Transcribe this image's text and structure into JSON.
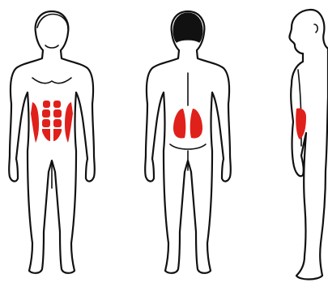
{
  "diagram": {
    "views": [
      {
        "id": "front",
        "highlighted_muscles": "abdominals"
      },
      {
        "id": "back",
        "highlighted_muscles": "lower-back"
      },
      {
        "id": "side",
        "highlighted_muscles": "obliques"
      }
    ],
    "colors": {
      "highlight": "#e0201b",
      "outline": "#111111",
      "body_fill": "#ffffff",
      "background": "#ffffff"
    }
  }
}
